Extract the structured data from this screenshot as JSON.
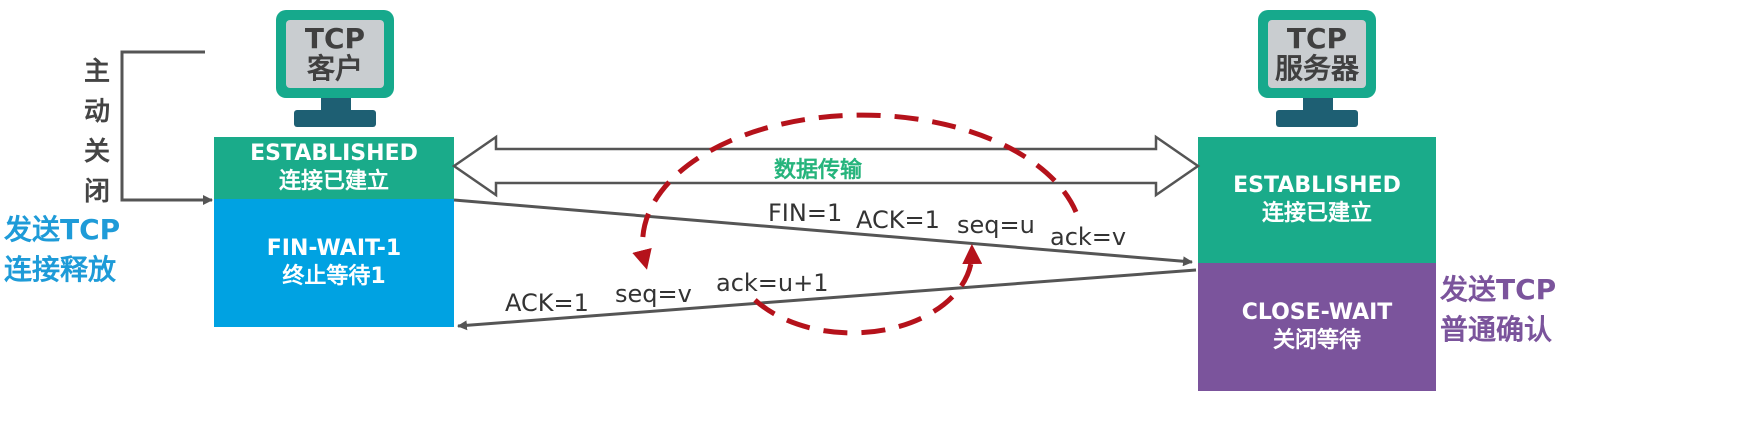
{
  "client": {
    "line1": "TCP",
    "line2": "客户",
    "vertical_label": [
      "主",
      "动",
      "关",
      "闭"
    ],
    "side_label_line1": "发送TCP",
    "side_label_line2": "连接释放",
    "state1": {
      "en": "ESTABLISHED",
      "zh": "连接已建立"
    },
    "state2": {
      "en": "FIN-WAIT-1",
      "zh": "终止等待1"
    }
  },
  "server": {
    "line1": "TCP",
    "line2": "服务器",
    "side_label_line1": "发送TCP",
    "side_label_line2": "普通确认",
    "state1": {
      "en": "ESTABLISHED",
      "zh": "连接已建立"
    },
    "state2": {
      "en": "CLOSE-WAIT",
      "zh": "关闭等待"
    }
  },
  "data_transfer_label": "数据传输",
  "segment1": [
    "FIN=1",
    "ACK=1",
    "seq=u",
    "ack=v"
  ],
  "segment2": [
    "ACK=1",
    "seq=v",
    "ack=u+1"
  ],
  "colors": {
    "established": "#1aab8a",
    "fin_wait": "#00a2e2",
    "close_wait": "#7b549c",
    "client_label": "#1e9bd8",
    "server_label": "#7b549c",
    "dashed_circle": "#b5121b",
    "data_transfer": "#26b47c"
  }
}
